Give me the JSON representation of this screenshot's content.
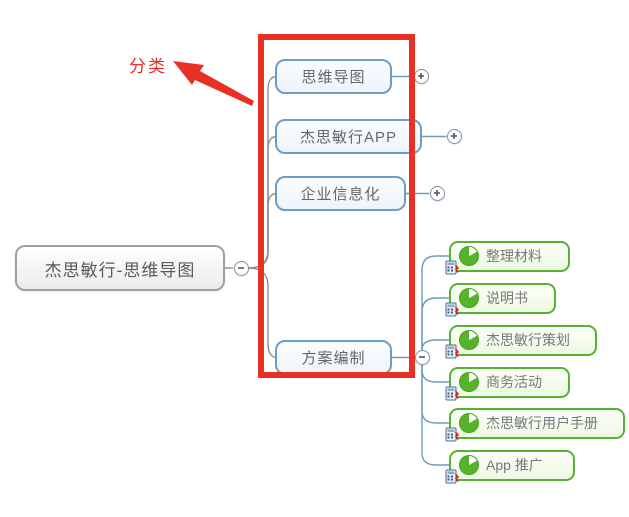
{
  "root": {
    "label": "杰思敏行-思维导图",
    "collapse_state": "minus"
  },
  "branches": [
    {
      "label": "思维导图",
      "toggle": "plus"
    },
    {
      "label": "杰思敏行APP",
      "toggle": "plus"
    },
    {
      "label": "企业信息化",
      "toggle": "plus"
    },
    {
      "label": "方案编制",
      "toggle": "minus",
      "children": [
        {
          "label": "整理材料"
        },
        {
          "label": "说明书"
        },
        {
          "label": "杰思敏行策划"
        },
        {
          "label": "商务活动"
        },
        {
          "label": "杰思敏行用户手册"
        },
        {
          "label": "App 推广"
        }
      ]
    }
  ],
  "annotation": {
    "label": "分类",
    "color": "#e93025"
  },
  "icons": {
    "leaf_marker": "task-progress-icon",
    "leaf_corner": "calculator-icon",
    "expand": "plus-icon",
    "collapse": "minus-icon"
  },
  "colors": {
    "highlight_red": "#e93025",
    "branch_border": "#6d9cc4",
    "branch_fill": "#ecf4fb",
    "leaf_border": "#55b42f",
    "leaf_fill": "#eef8e3",
    "root_border": "#a0a0a0",
    "connector_gray": "#8f8f8f",
    "connector_blue": "#6e9dc0",
    "task_icon_green": "#58b32c"
  }
}
